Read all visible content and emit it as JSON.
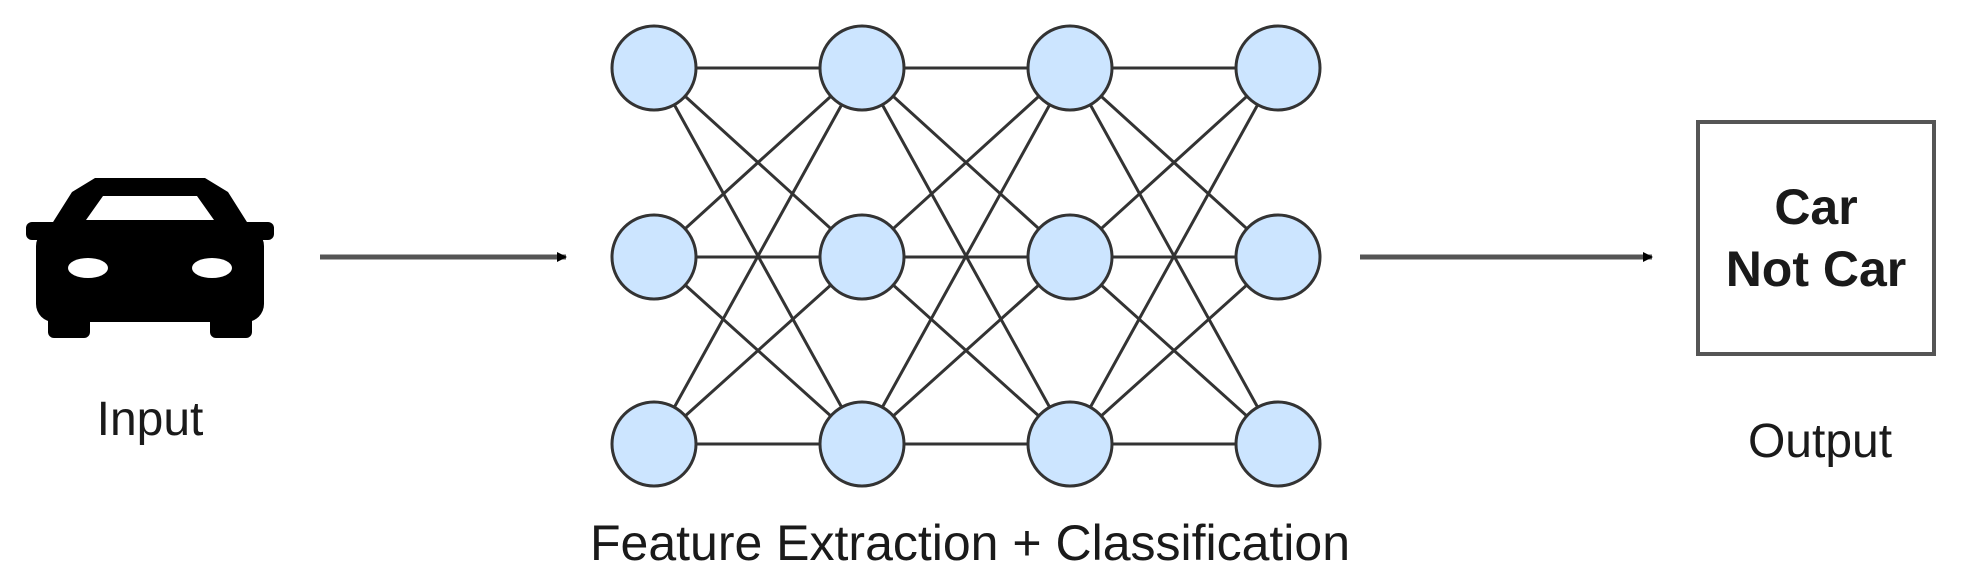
{
  "input": {
    "label": "Input",
    "icon": "car-icon"
  },
  "network": {
    "label": "Feature Extraction + Classification",
    "layers": 4,
    "nodes_per_layer": 3,
    "node_fill": "#cce5ff",
    "node_stroke": "#333333",
    "edge_color": "#333333"
  },
  "output": {
    "label": "Output",
    "classes": [
      "Car",
      "Not Car"
    ]
  },
  "colors": {
    "arrow": "#555555",
    "icon": "#000000"
  }
}
